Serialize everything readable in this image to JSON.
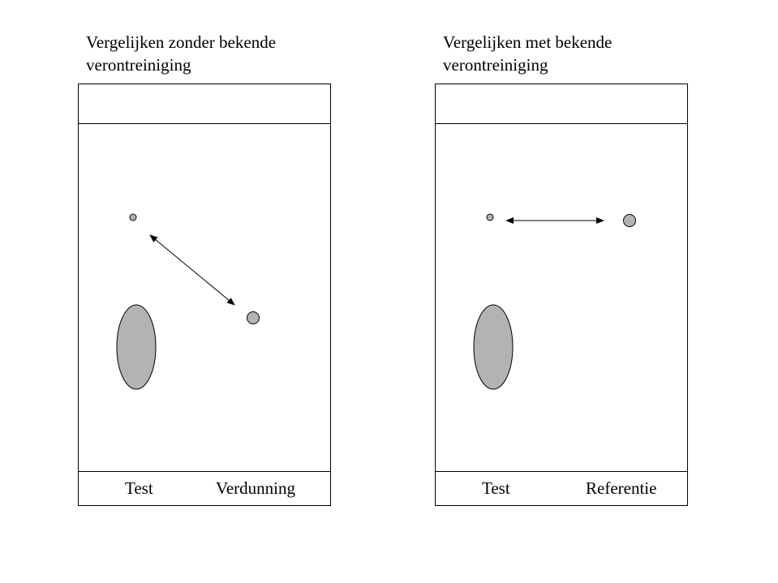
{
  "panels": [
    {
      "title": "Vergelijken zonder bekende\nverontreiniging",
      "labels": [
        "Test",
        "Verdunning"
      ]
    },
    {
      "title": "Vergelijken met bekende\nverontreiniging",
      "labels": [
        "Test",
        "Referentie"
      ]
    }
  ],
  "colors": {
    "spot_fill": "#b3b3b3",
    "line": "#000000"
  }
}
